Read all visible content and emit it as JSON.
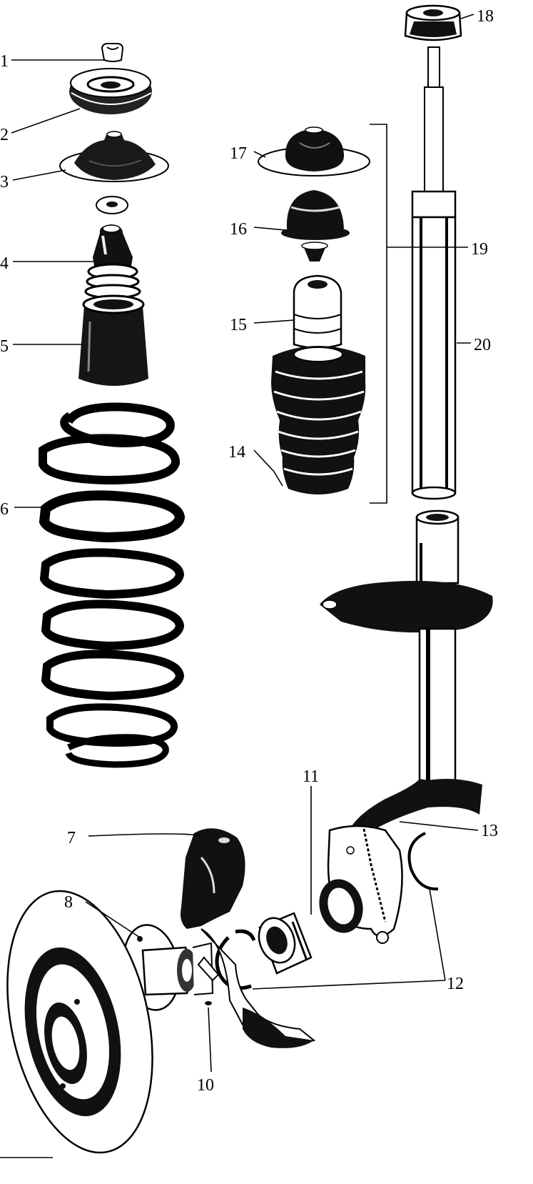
{
  "labels": {
    "p1": "1",
    "p2": "2",
    "p3": "3",
    "p4": "4",
    "p5": "5",
    "p6": "6",
    "p7": "7",
    "p8": "8",
    "p10": "10",
    "p11": "11",
    "p12": "12",
    "p13": "13",
    "p14": "14",
    "p15": "15",
    "p16": "16",
    "p17": "17",
    "p18": "18",
    "p19": "19",
    "p20": "20"
  }
}
